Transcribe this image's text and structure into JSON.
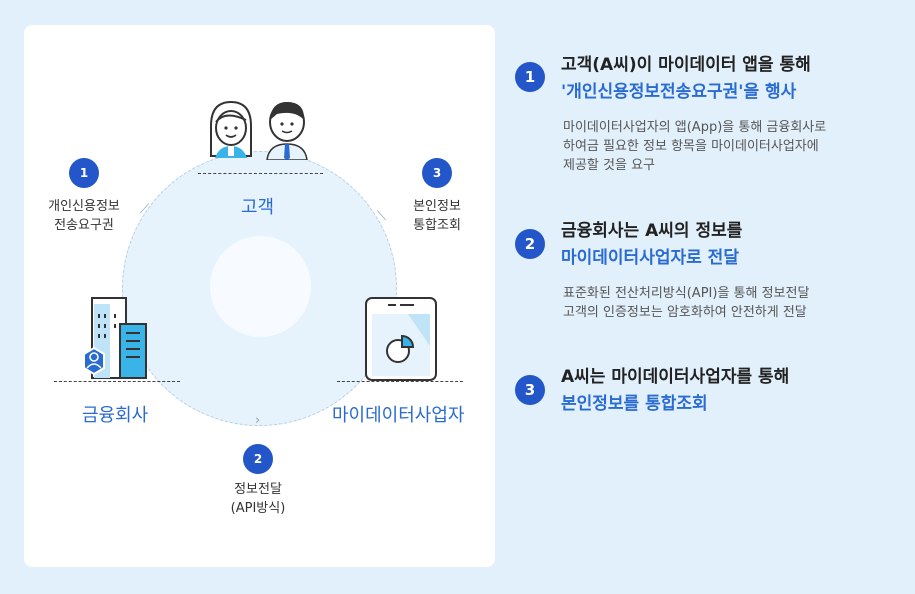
{
  "diagram": {
    "nodes": {
      "customer": "고객",
      "financial": "금융회사",
      "mydata": "마이데이터사업자"
    },
    "steps": [
      {
        "num": "1",
        "line1": "개인신용정보",
        "line2": "전송요구권"
      },
      {
        "num": "2",
        "line1": "정보전달",
        "line2": "(API방식)"
      },
      {
        "num": "3",
        "line1": "본인정보",
        "line2": "통합조회"
      }
    ]
  },
  "list": [
    {
      "num": "1",
      "title_line1": "고객(A씨)이 마이데이터 앱을 통해",
      "title_line2": "'개인신용정보전송요구권'을 행사",
      "desc_line1": "마이데이터사업자의 앱(App)을 통해 금융회사로",
      "desc_line2": "하여금 필요한 정보 항목을 마이데이터사업자에",
      "desc_line3": "제공할 것을 요구"
    },
    {
      "num": "2",
      "title_line1": "금융회사는 A씨의 정보를",
      "title_line2": "마이데이터사업자로 전달",
      "desc_line1": "표준화된 전산처리방식(API)을 통해 정보전달",
      "desc_line2": "고객의 인증정보는 암호화하여 안전하게 전달"
    },
    {
      "num": "3",
      "title_line1": "A씨는 마이데이터사업자를 통해",
      "title_line2": "본인정보를 통합조회"
    }
  ],
  "colors": {
    "accent": "#2357c9",
    "accent_text": "#2a6bd2",
    "background": "#e2f0fc",
    "panel": "#ffffff"
  }
}
